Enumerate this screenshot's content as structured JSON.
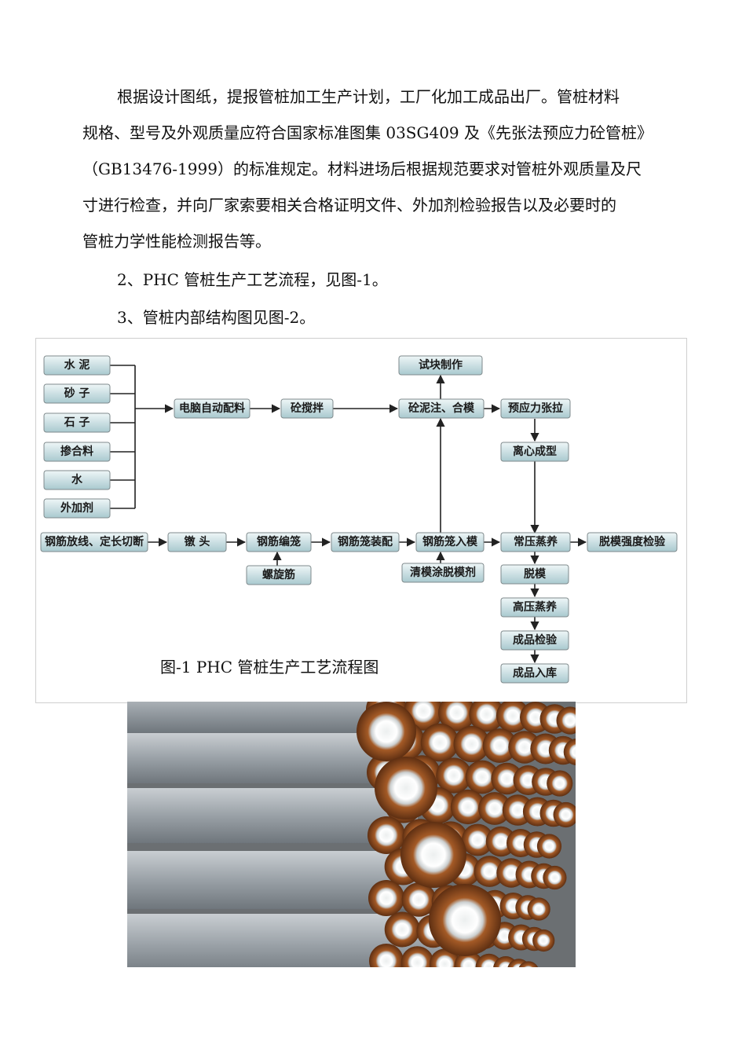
{
  "paragraph": {
    "lines": [
      "根据设计图纸，提报管桩加工生产计划，工厂化加工成品出厂。管桩材料",
      "规格、型号及外观质量应符合国家标准图集 03SG409 及《先张法预应力砼管桩》",
      "（GB13476-1999）的标准规定。材料进场后根据规范要求对管桩外观质量及尺",
      "寸进行检查，并向厂家索要相关合格证明文件、外加剂检验报告以及必要时的",
      "管桩力学性能检测报告等。"
    ]
  },
  "items": [
    "2、PHC 管桩生产工艺流程，见图-1。",
    "3、管桩内部结构图见图-2。"
  ],
  "flowchart": {
    "materials": [
      "水 泥",
      "砂 子",
      "石 子",
      "掺合料",
      "水",
      "外加剂"
    ],
    "mix": [
      "电脑自动配料",
      "砼搅拌",
      "砼泥注、合模",
      "试块制作"
    ],
    "steel": [
      "钢筋放线、定长切断",
      "镦 头",
      "钢筋编笼",
      "螺旋筋",
      "钢筋笼装配",
      "钢筋笼入模",
      "清模涂脱模剂"
    ],
    "right": [
      "预应力张拉",
      "离心成型",
      "常压蒸养",
      "脱模强度检验",
      "脱模",
      "高压蒸养",
      "成品检验",
      "成品入库"
    ],
    "caption": "图-1 PHC 管桩生产工艺流程图"
  },
  "photo": {
    "description_icon": "stacked-concrete-piles-photo"
  }
}
